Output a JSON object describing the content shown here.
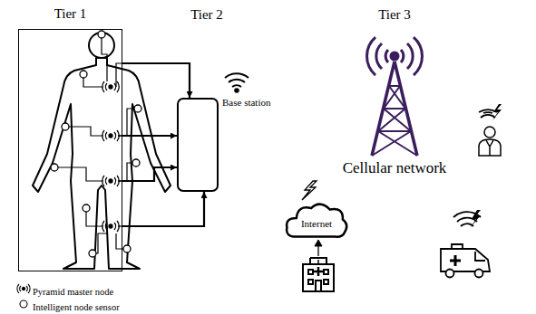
{
  "diagram": {
    "nodes": [
      {
        "text": [
          "Tier 1"
        ]
      },
      {
        "text": [
          "Base station"
        ]
      },
      {
        "text": [
          "Internet"
        ]
      }
    ],
    "edges": [
      {
        "from": 0,
        "to": 1,
        "arrow": "to"
      },
      {
        "from": 0,
        "to": 1,
        "arrow": "to"
      },
      {
        "from": 0,
        "to": 1,
        "arrow": "to"
      },
      {
        "from": 0,
        "to": 1,
        "arrow": "to"
      }
    ],
    "labels": [
      "Tier 2",
      "Tier 3",
      "Cellular network"
    ],
    "legend": [
      {
        "text": "Pyramid master node"
      },
      {
        "text": "Intelligent node sensor"
      }
    ]
  }
}
